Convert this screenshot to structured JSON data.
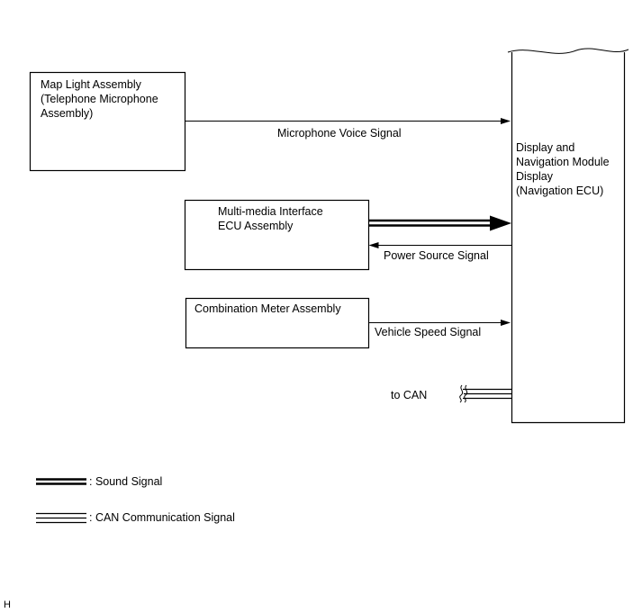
{
  "blocks": {
    "map_light": "Map Light Assembly\n(Telephone Microphone\nAssembly)",
    "multimedia": "Multi-media Interface\nECU Assembly",
    "combination_meter": "Combination Meter Assembly",
    "display_ecu": "Display and\nNavigation Module\nDisplay\n(Navigation ECU)"
  },
  "signals": {
    "microphone_voice": "Microphone Voice Signal",
    "power_source": "Power Source Signal",
    "vehicle_speed": "Vehicle Speed Signal",
    "to_can": "to CAN"
  },
  "legend": {
    "sound_signal": ": Sound Signal",
    "can_signal": ": CAN Communication Signal"
  },
  "footer": {
    "code": "H"
  }
}
